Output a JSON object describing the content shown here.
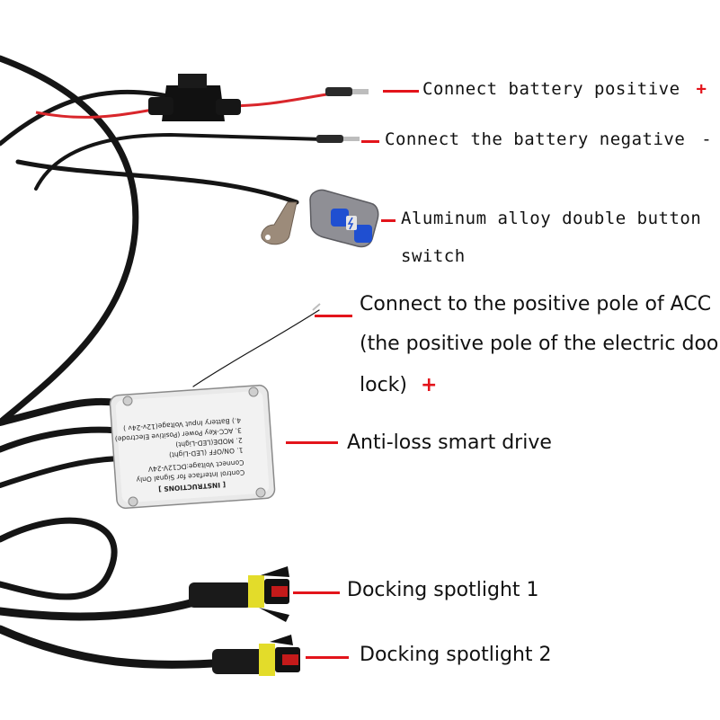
{
  "labels": {
    "battery_positive": {
      "text": "Connect battery positive",
      "sign": "+"
    },
    "battery_negative": {
      "text": "Connect the battery negative",
      "sign": "-"
    },
    "switch": {
      "line1": "Aluminum alloy double button",
      "line2": "switch"
    },
    "acc": {
      "line1": "Connect to the positive pole of ACC",
      "line2": "(the positive pole of the electric door",
      "line3": "lock)",
      "sign": "+"
    },
    "drive": {
      "text": "Anti-loss smart drive"
    },
    "spot1": {
      "text": "Docking spotlight  1"
    },
    "spot2": {
      "text": "Docking spotlight  2"
    }
  },
  "control_box": {
    "title": "[ INSTRUCTIONS ]",
    "lines": [
      "Control Interface for Signal Only",
      "Connect Voltage:DC12V-24V",
      "1. ON/OFF (LED-Light)",
      "2. MODE(LED-Light)",
      "3. ACC-Key Power (Positive Electrode)",
      "4.) Battery Input Voltage(12v-24v )"
    ]
  },
  "colors": {
    "accent_red": "#e3141b",
    "wire": "#151515",
    "red_wire": "#d9262b",
    "button_blue": "#1f4fd1"
  }
}
